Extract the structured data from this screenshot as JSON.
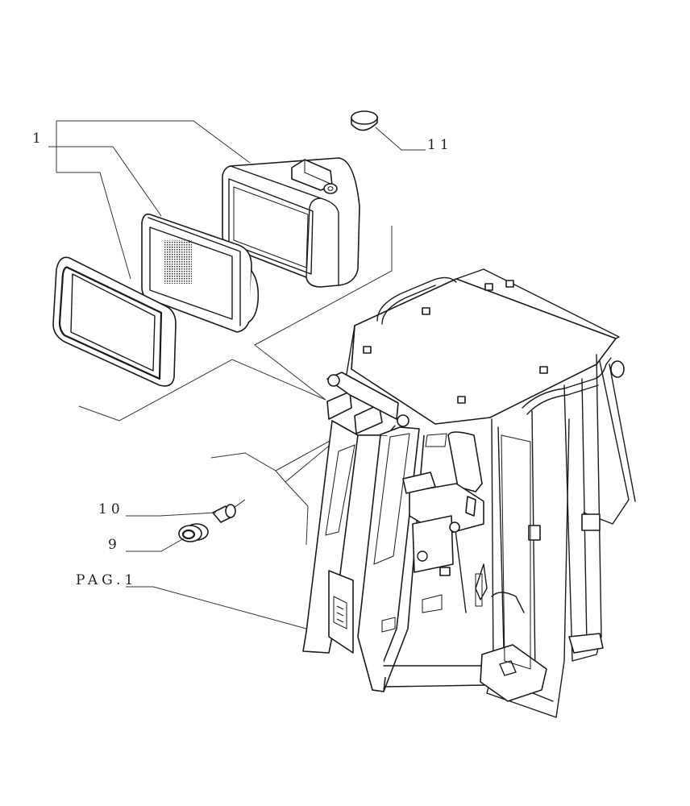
{
  "callouts": {
    "c1": "1",
    "c11": "11",
    "c10": "10",
    "c9": "9",
    "pag": "PAG.1"
  },
  "parts": [
    {
      "id": "1",
      "name": "headlight-assembly",
      "icon": "work-light-icon"
    },
    {
      "id": "9",
      "name": "grommet",
      "icon": "grommet-icon"
    },
    {
      "id": "10",
      "name": "bulb",
      "icon": "bulb-icon"
    },
    {
      "id": "11",
      "name": "cap",
      "icon": "cap-icon"
    }
  ],
  "colors": {
    "line": "#1a1a1a",
    "background": "#ffffff"
  }
}
